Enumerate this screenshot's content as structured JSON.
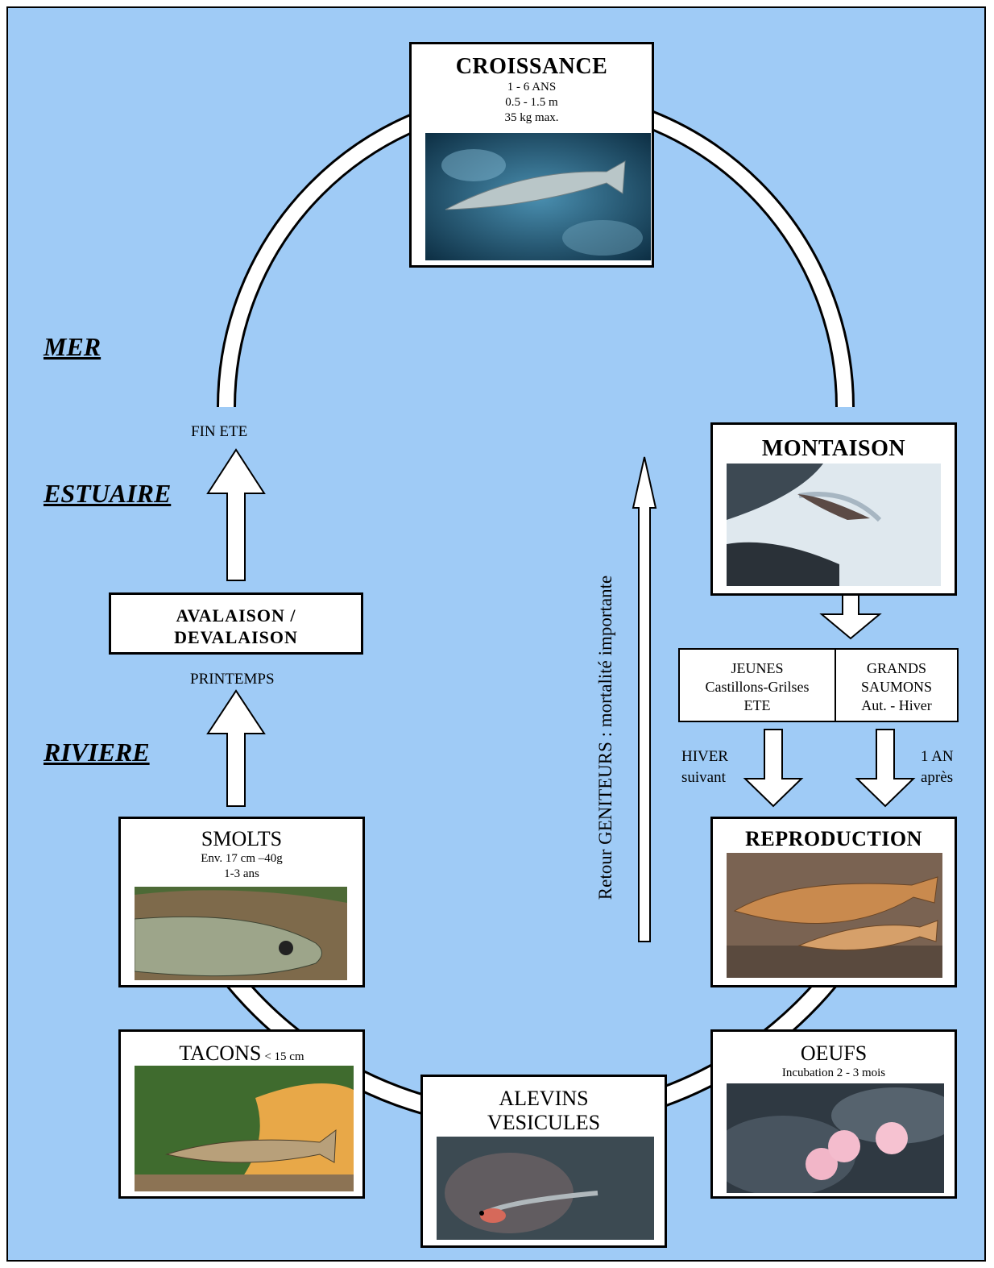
{
  "zones": {
    "mer": "MER",
    "estuaire": "ESTUAIRE",
    "riviere": "RIVIERE"
  },
  "croissance": {
    "title": "CROISSANCE",
    "line1": "1 - 6 ANS",
    "line2": "0.5 - 1.5 m",
    "line3": "35 kg max."
  },
  "montaison": {
    "title": "MONTAISON"
  },
  "groups": {
    "jeunes": {
      "line1": "JEUNES",
      "line2": "Castillons-Grilses",
      "line3": "ETE"
    },
    "grands": {
      "line1": "GRANDS",
      "line2": "SAUMONS",
      "line3": "Aut. - Hiver"
    }
  },
  "timing": {
    "hiver": "HIVER",
    "suivant": "suivant",
    "one_an": "1 AN",
    "apres": "après"
  },
  "reproduction": {
    "title": "REPRODUCTION"
  },
  "oeufs": {
    "title": "OEUFS",
    "sub": "Incubation 2 - 3 mois"
  },
  "alevins": {
    "line1": "ALEVINS",
    "line2": "VESICULES"
  },
  "tacons": {
    "title": "TACONS",
    "sub": "< 15 cm"
  },
  "smolts": {
    "title": "SMOLTS",
    "line1": "Env. 17 cm –40g",
    "line2": "1-3 ans"
  },
  "avalaison": {
    "line1": "AVALAISON /",
    "line2": "DEVALAISON"
  },
  "seasons": {
    "fin_ete": "FIN ETE",
    "printemps": "PRINTEMPS"
  },
  "retour": "Retour GENITEURS : mortalité importante",
  "colors": {
    "background": "#9fcbf6",
    "ring": "#ffffff",
    "outline": "#000000"
  }
}
